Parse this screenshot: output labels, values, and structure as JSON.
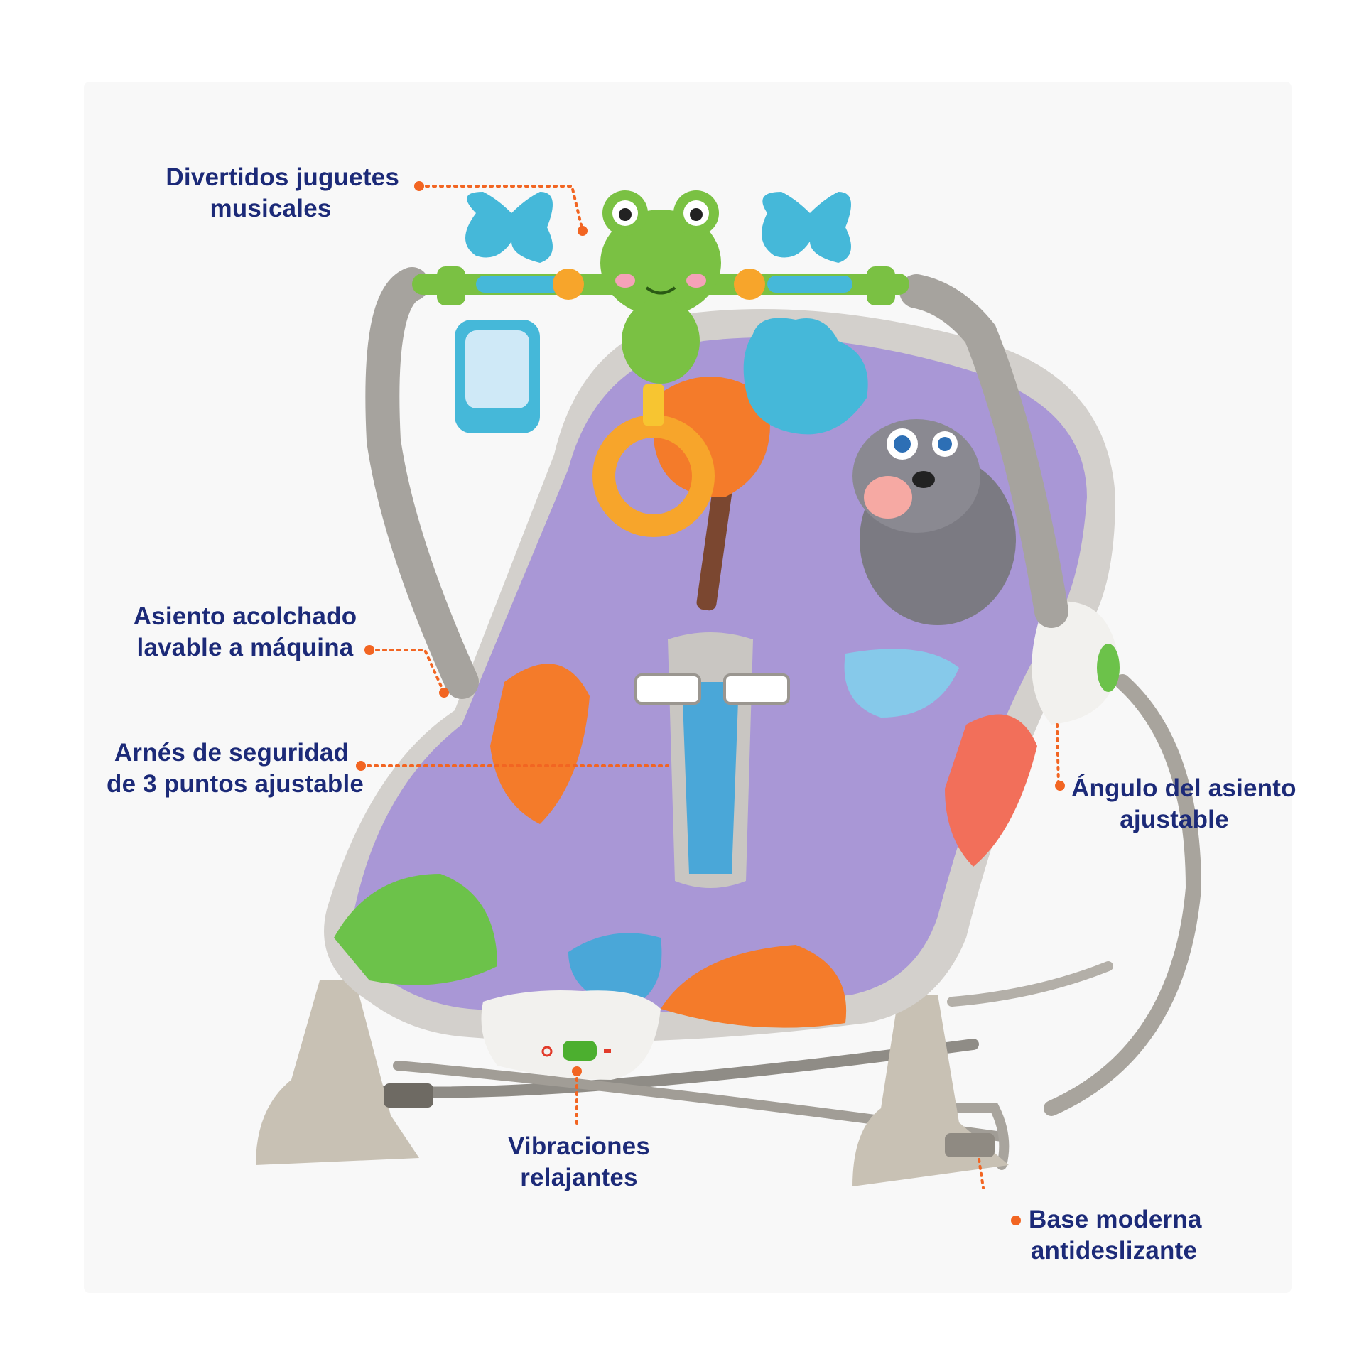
{
  "callouts": {
    "toys": {
      "line1": "Divertidos juguetes",
      "line2": "musicales"
    },
    "seat": {
      "line1": "Asiento acolchado",
      "line2": "lavable a máquina"
    },
    "harness": {
      "line1": "Arnés de seguridad",
      "line2": "de 3 puntos ajustable"
    },
    "angle": {
      "line1": "Ángulo del asiento",
      "line2": "ajustable"
    },
    "vibration": {
      "line1": "Vibraciones",
      "line2": "relajantes"
    },
    "base": {
      "line1": "Base moderna",
      "line2": "antideslizante"
    }
  },
  "colors": {
    "label_text": "#1c2a78",
    "callout_dots": "#f26522",
    "frame_grey": "#bdb9b2",
    "seat_lavender": "#a997d6",
    "accent_green": "#6cc24a",
    "accent_orange": "#f47b2a"
  },
  "icons": {
    "product": "baby-rocker-bouncer",
    "toy_bar_center": "frog-toy",
    "vibration_button": "power-toggle"
  }
}
